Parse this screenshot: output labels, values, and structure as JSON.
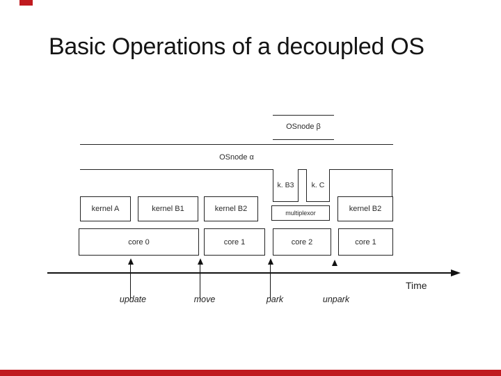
{
  "slide": {
    "title": "Basic Operations of a decoupled OS",
    "accent_color": "#c01a1f"
  },
  "diagram": {
    "osnode_beta": {
      "label": "OSnode β"
    },
    "osnode_alpha": {
      "label": "OSnode α"
    },
    "kernels": [
      {
        "label": "kernel A"
      },
      {
        "label": "kernel B1"
      },
      {
        "label": "kernel B2"
      },
      {
        "label": "kernel B2"
      }
    ],
    "small_kernels": [
      {
        "label": "k. B3"
      },
      {
        "label": "k. C"
      }
    ],
    "multiplexor": {
      "label": "multiplexor"
    },
    "cores": [
      {
        "label": "core 0"
      },
      {
        "label": "core 1"
      },
      {
        "label": "core 2"
      },
      {
        "label": "core 1"
      }
    ],
    "timeline": {
      "axis_label": "Time",
      "events": [
        {
          "label": "update"
        },
        {
          "label": "move"
        },
        {
          "label": "park"
        },
        {
          "label": "unpark"
        }
      ]
    }
  }
}
